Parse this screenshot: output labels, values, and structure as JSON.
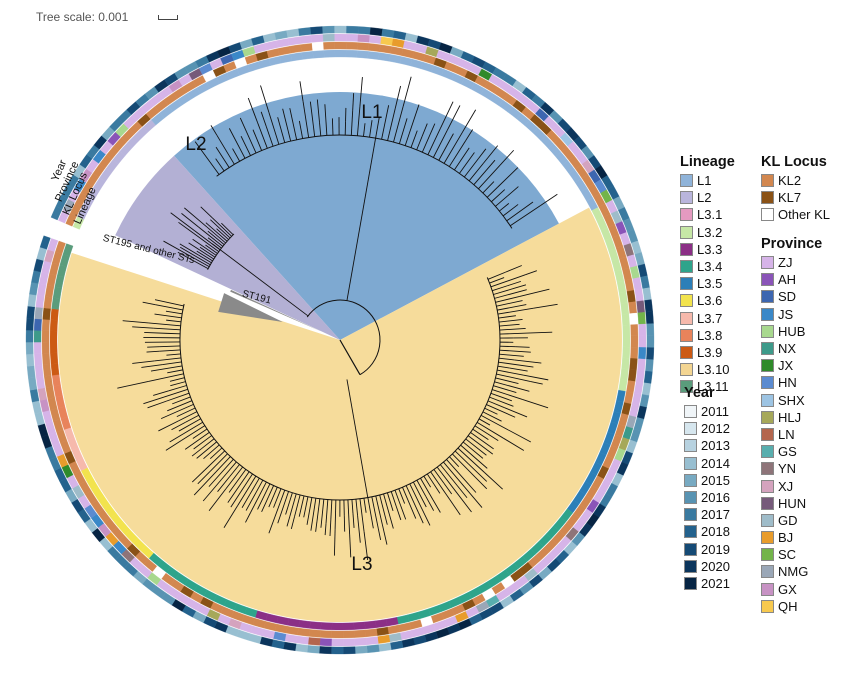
{
  "header": {
    "tree_scale_label": "Tree scale: 0.001"
  },
  "ring_labels": {
    "year": "Year",
    "province": "Province",
    "kl_locus": "KL Locus",
    "lineage": "Lineage"
  },
  "clade_labels": {
    "l1": "L1",
    "l2": "L2",
    "l3": "L3",
    "st195": "ST195 and other STs",
    "st191": "ST191"
  },
  "clade_colors": {
    "l1": "#7ea9d1",
    "l2": "#b3b0d4",
    "l3": "#f6dc9b"
  },
  "legends": {
    "lineage": {
      "title": "Lineage",
      "items": [
        {
          "label": "L1",
          "color": "#8fb3d9"
        },
        {
          "label": "L2",
          "color": "#b9b5dc"
        },
        {
          "label": "L3.1",
          "color": "#e49ac0"
        },
        {
          "label": "L3.2",
          "color": "#c6e7a6"
        },
        {
          "label": "L3.3",
          "color": "#8b2f86"
        },
        {
          "label": "L3.4",
          "color": "#2ea48b"
        },
        {
          "label": "L3.5",
          "color": "#2c7fb8"
        },
        {
          "label": "L3.6",
          "color": "#f2e34d"
        },
        {
          "label": "L3.7",
          "color": "#f6b9ac"
        },
        {
          "label": "L3.8",
          "color": "#e8835b"
        },
        {
          "label": "L3.9",
          "color": "#cc5a14"
        },
        {
          "label": "L3.10",
          "color": "#f3d592"
        },
        {
          "label": "L3.11",
          "color": "#5a9c7c"
        }
      ]
    },
    "kl_locus": {
      "title": "KL Locus",
      "items": [
        {
          "label": "KL2",
          "color": "#d2874f"
        },
        {
          "label": "KL7",
          "color": "#8a5216"
        },
        {
          "label": "Other KL",
          "color": "#ffffff"
        }
      ]
    },
    "province": {
      "title": "Province",
      "items": [
        {
          "label": "ZJ",
          "color": "#d6b4e8"
        },
        {
          "label": "AH",
          "color": "#8a54b8"
        },
        {
          "label": "SD",
          "color": "#3d66b0"
        },
        {
          "label": "JS",
          "color": "#3a88c8"
        },
        {
          "label": "HUB",
          "color": "#a8d88e"
        },
        {
          "label": "NX",
          "color": "#3d9a8a"
        },
        {
          "label": "JX",
          "color": "#2f8a2a"
        },
        {
          "label": "HN",
          "color": "#5b8bd0"
        },
        {
          "label": "SHX",
          "color": "#9dc4e3"
        },
        {
          "label": "HLJ",
          "color": "#a6a85a"
        },
        {
          "label": "LN",
          "color": "#b4664e"
        },
        {
          "label": "GS",
          "color": "#58aeae"
        },
        {
          "label": "YN",
          "color": "#8e7479"
        },
        {
          "label": "XJ",
          "color": "#d4a3be"
        },
        {
          "label": "HUN",
          "color": "#765a7a"
        },
        {
          "label": "GD",
          "color": "#9fbcc9"
        },
        {
          "label": "BJ",
          "color": "#e89c2c"
        },
        {
          "label": "SC",
          "color": "#73b44a"
        },
        {
          "label": "NMG",
          "color": "#9aa7b7"
        },
        {
          "label": "GX",
          "color": "#c792c4"
        },
        {
          "label": "QH",
          "color": "#f7c94f"
        }
      ]
    },
    "year": {
      "title": "Year",
      "items": [
        {
          "label": "2011",
          "color": "#f0f5f8"
        },
        {
          "label": "2012",
          "color": "#d6e6ee"
        },
        {
          "label": "2013",
          "color": "#b7d2e0"
        },
        {
          "label": "2014",
          "color": "#98bfd1"
        },
        {
          "label": "2015",
          "color": "#78aac2"
        },
        {
          "label": "2016",
          "color": "#5893b2"
        },
        {
          "label": "2017",
          "color": "#3a7aa0"
        },
        {
          "label": "2018",
          "color": "#24628d"
        },
        {
          "label": "2019",
          "color": "#154a75"
        },
        {
          "label": "2020",
          "color": "#0b355c"
        },
        {
          "label": "2021",
          "color": "#062443"
        }
      ]
    }
  }
}
